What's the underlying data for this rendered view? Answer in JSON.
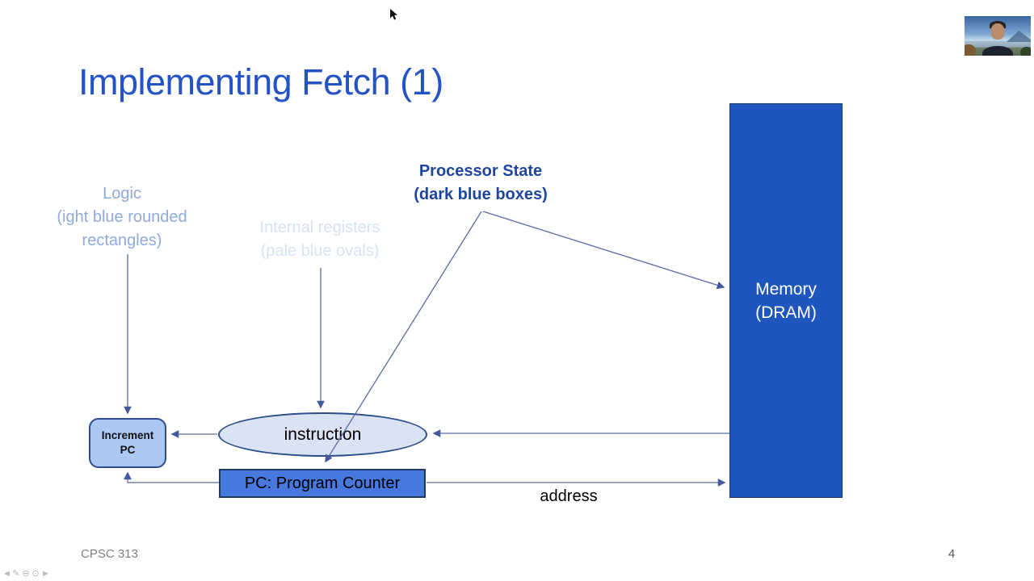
{
  "slide": {
    "title": "Implementing Fetch (1)"
  },
  "annotations": {
    "logic": {
      "lines": [
        "Logic",
        "(ight blue rounded",
        "rectangles)"
      ]
    },
    "internal_registers": {
      "lines": [
        "Internal registers",
        "(pale blue ovals)"
      ]
    },
    "processor_state": {
      "lines": [
        "Processor State",
        "(dark blue boxes)"
      ]
    }
  },
  "nodes": {
    "memory": {
      "lines": [
        "Memory",
        "(DRAM)"
      ]
    },
    "instruction": {
      "label": "instruction"
    },
    "pc": {
      "label": "PC: Program Counter"
    },
    "increment_pc": {
      "lines": [
        "Increment",
        "PC"
      ]
    }
  },
  "edge_labels": {
    "address": "address"
  },
  "footer": {
    "course": "CPSC 313",
    "page": "4"
  },
  "toolbar": {
    "icons": [
      {
        "name": "previous-slide",
        "glyph": "◄"
      },
      {
        "name": "pen-tool",
        "glyph": "✎"
      },
      {
        "name": "circle-minus",
        "glyph": "⊖"
      },
      {
        "name": "circle-dot",
        "glyph": "⊙"
      },
      {
        "name": "next-slide",
        "glyph": "►"
      }
    ]
  },
  "colors": {
    "title_blue": "#2453C6",
    "dark_blue_text": "#1E459E",
    "light_blue_text": "#8FAADC",
    "pale_blue_text": "#D9E2F2",
    "memory_fill": "#1E56BE",
    "pc_fill": "#4678DD",
    "increment_fill": "#ABC8F2",
    "oval_fill": "#DAE3F3",
    "shape_border": "#2F4D8A",
    "connector": "#4E5F9C",
    "footer_gray": "#7F7F7F"
  }
}
